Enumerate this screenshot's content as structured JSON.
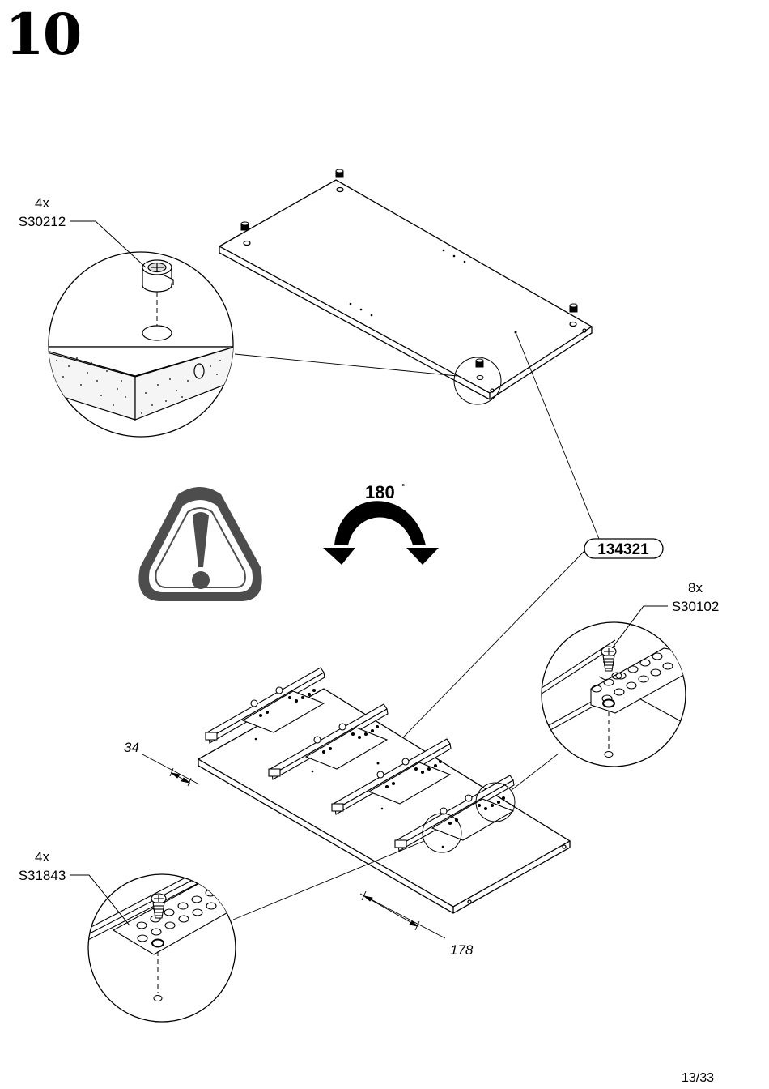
{
  "step": {
    "number": "10"
  },
  "page": {
    "number": "13/33"
  },
  "parts": {
    "cam": {
      "qty": "4x",
      "code": "S30212"
    },
    "screw_large": {
      "qty": "8x",
      "code": "S30102"
    },
    "screw_small": {
      "qty": "4x",
      "code": "S31843"
    }
  },
  "panel": {
    "code": "134321"
  },
  "rotation": {
    "degrees": "180",
    "unit": "°"
  },
  "dimensions": {
    "front_offset": "34",
    "rail_offset": "178"
  },
  "colors": {
    "ink": "#000000",
    "paper": "#ffffff",
    "warning_fill": "#4d4d4d"
  },
  "icons": {
    "warning": "warning-triangle-icon",
    "rotate": "rotate-180-arrow-icon"
  }
}
